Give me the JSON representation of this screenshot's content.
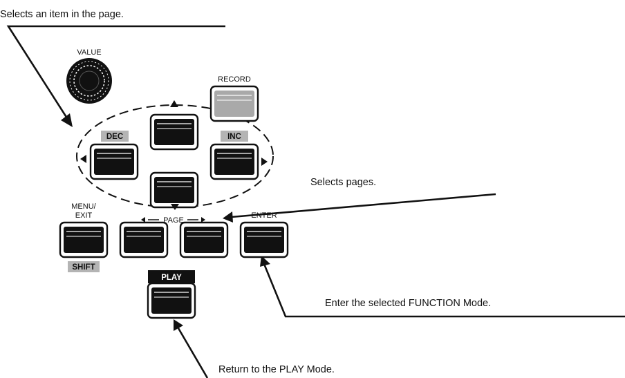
{
  "callouts": {
    "select_item": "Selects an item in the page.",
    "select_pages": "Selects pages.",
    "enter_mode": "Enter the selected FUNCTION Mode.",
    "return_play": "Return to the PLAY Mode."
  },
  "panel": {
    "value_label": "VALUE",
    "record_label": "RECORD",
    "dec_label": "DEC",
    "inc_label": "INC",
    "menu_label_1": "MENU/",
    "menu_label_2": "EXIT",
    "shift_label": "SHIFT",
    "page_label": "PAGE",
    "enter_label": "ENTER",
    "play_label": "PLAY"
  },
  "colors": {
    "ink": "#111111",
    "gray_tag": "#b4b4b4",
    "record_fill": "#a9a9a9"
  }
}
